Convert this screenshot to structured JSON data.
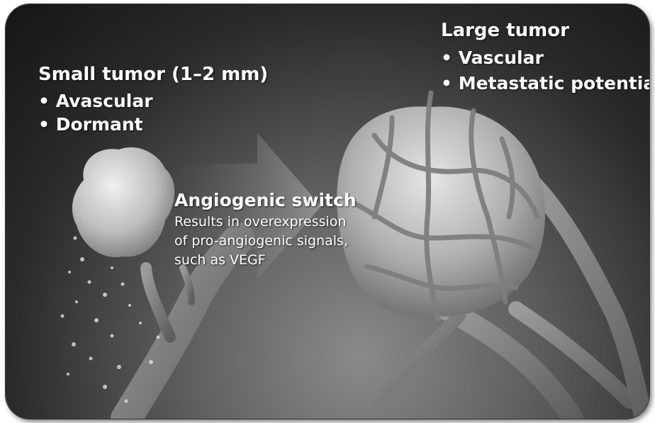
{
  "small_tumor": {
    "title": "Small tumor (1–2 mm)",
    "bullets": [
      "Avascular",
      "Dormant"
    ]
  },
  "large_tumor": {
    "title": "Large tumor",
    "bullets": [
      "Vascular",
      "Metastatic potential"
    ]
  },
  "angiogenic_switch": {
    "title": "Angiogenic switch",
    "body_lines": [
      "Results in overexpression",
      "of pro-angiogenic signals,",
      "such as VEGF"
    ]
  },
  "colors": {
    "background_dark": "#151515",
    "tumor": "#c9c9c9",
    "vessel": "#8a8a8a",
    "text": "#ffffff"
  }
}
